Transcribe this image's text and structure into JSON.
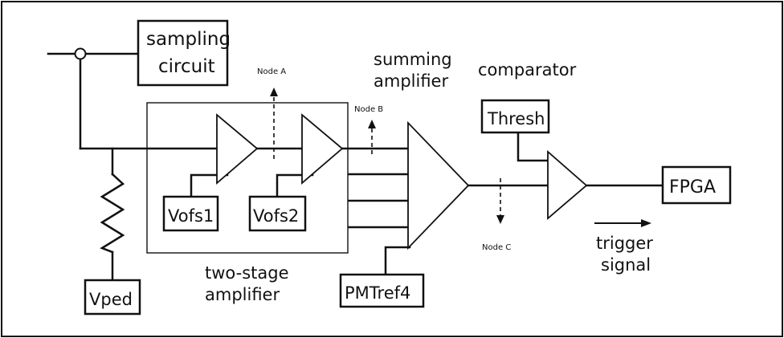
{
  "blocks": {
    "sampling_circuit": [
      "sampling",
      "circuit"
    ],
    "vofs1": "Vofs1",
    "vofs2": "Vofs2",
    "vped": "Vped",
    "thresh": "Thresh",
    "pmtref4": "PMTref4",
    "fpga": "FPGA"
  },
  "labels": {
    "two_stage_amplifier": [
      "two-stage",
      "amplifier"
    ],
    "summing_amplifier": [
      "summing",
      "amplifier"
    ],
    "comparator": "comparator",
    "trigger_signal": [
      "trigger",
      "signal"
    ]
  },
  "nodes": {
    "a": "Node A",
    "b": "Node B",
    "c": "Node C"
  }
}
